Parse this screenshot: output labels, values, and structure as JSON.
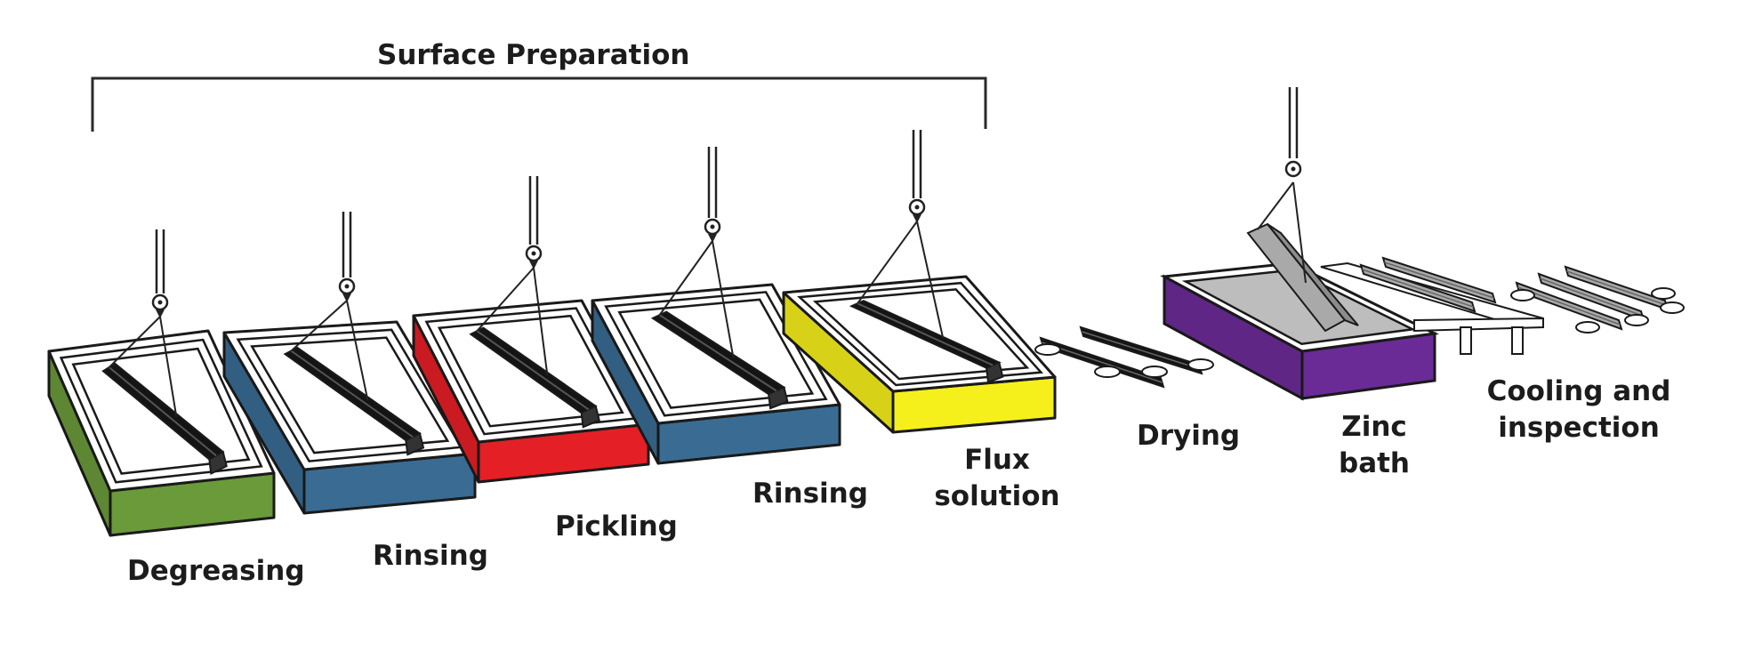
{
  "header": {
    "title": "Surface Preparation"
  },
  "stages": [
    {
      "id": "degreasing",
      "lines": [
        "Degreasing"
      ],
      "color": "#6a9a3a"
    },
    {
      "id": "rinsing-1",
      "lines": [
        "Rinsing"
      ],
      "color": "#3a6c93"
    },
    {
      "id": "pickling",
      "lines": [
        "Pickling"
      ],
      "color": "#e51f26"
    },
    {
      "id": "rinsing-2",
      "lines": [
        "Rinsing"
      ],
      "color": "#3a6c93"
    },
    {
      "id": "flux-solution",
      "lines": [
        "Flux",
        "solution"
      ],
      "color": "#f5f01c"
    },
    {
      "id": "drying",
      "lines": [
        "Drying"
      ]
    },
    {
      "id": "zinc-bath",
      "lines": [
        "Zinc",
        "bath"
      ],
      "color": "#6a2b96"
    },
    {
      "id": "cooling-inspection",
      "lines": [
        "Cooling and",
        "inspection"
      ]
    }
  ],
  "colors": {
    "outline": "#1a1a1a",
    "steel_dark": "#141414",
    "steel_galvanized": "#a9a9a9",
    "zinc_surface": "#bdbdbd"
  }
}
